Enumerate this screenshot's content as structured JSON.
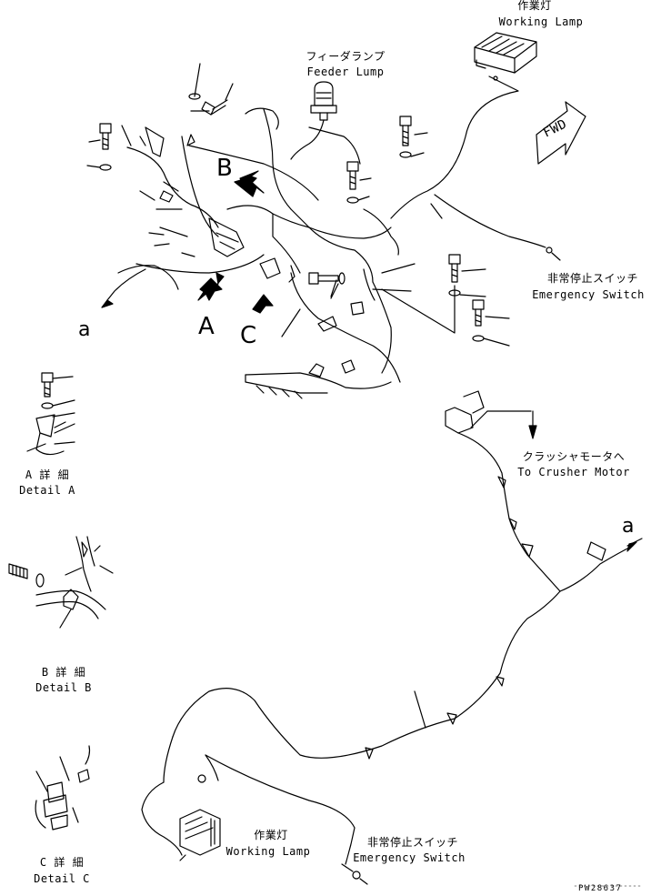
{
  "labels": {
    "work_lamp_top_jp": "作業灯",
    "work_lamp_top_en": "Working Lamp",
    "feeder_lamp_jp": "フィーダランプ",
    "feeder_lamp_en": "Feeder Lump",
    "fwd": "FWD",
    "emergency_right_jp": "非常停止スイッチ",
    "emergency_right_en": "Emergency Switch",
    "crusher_jp": "クラッシャモータへ",
    "crusher_en": "To Crusher Motor",
    "work_lamp_bottom_jp": "作業灯",
    "work_lamp_bottom_en": "Working Lamp",
    "emergency_bottom_jp": "非常停止スイッチ",
    "emergency_bottom_en": "Emergency Switch",
    "view_a": "A",
    "view_b": "B",
    "view_c": "C",
    "ref_a_left": "a",
    "ref_a_right": "a",
    "detail_a_jp": "A 詳 細",
    "detail_a_en": "Detail A",
    "detail_b_jp": "B 詳 細",
    "detail_b_en": "Detail B",
    "detail_c_jp": "C 詳 細",
    "detail_c_en": "Detail C",
    "drawing_no": "PW28637"
  }
}
